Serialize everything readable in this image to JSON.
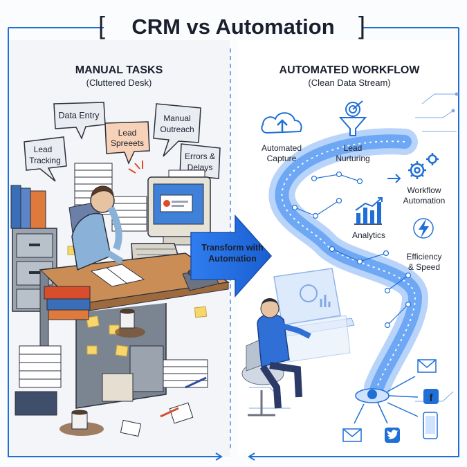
{
  "title": "CRM vs Automation",
  "left": {
    "heading": "MANUAL TASKS",
    "subheading": "(Cluttered Desk)",
    "bubbles": [
      {
        "lines": [
          "Data Entry"
        ]
      },
      {
        "lines": [
          "Manual",
          "Outreach"
        ]
      },
      {
        "lines": [
          "Lead",
          "Spreeets"
        ]
      },
      {
        "lines": [
          "Lead",
          "Tracking"
        ]
      },
      {
        "lines": [
          "Errors &",
          "Delays"
        ]
      }
    ]
  },
  "center": {
    "arrow_lines": [
      "Transform with",
      "Automation"
    ]
  },
  "right": {
    "heading": "AUTOMATED WORKFLOW",
    "subheading": "(Clean Data Stream)",
    "features": [
      {
        "icon": "cloud-upload-icon",
        "lines": [
          "Automated",
          "Capture"
        ]
      },
      {
        "icon": "funnel-target-icon",
        "lines": [
          "Lead",
          "Nurturing"
        ]
      },
      {
        "icon": "gears-icon",
        "lines": [
          "Workflow",
          "Automation"
        ]
      },
      {
        "icon": "bar-chart-icon",
        "lines": [
          "Analytics"
        ]
      },
      {
        "icon": "lightning-icon",
        "lines": [
          "Efficiency",
          "& Speed"
        ]
      }
    ],
    "channels": [
      "email-icon",
      "facebook-icon",
      "twitter-icon",
      "mobile-phone-icon",
      "email-icon"
    ]
  },
  "colors": {
    "accent": "#1f6fd6",
    "title_text": "#1a1f2e",
    "stream": "#5b9cf2",
    "bubble_orange": "#f8d2b8"
  }
}
